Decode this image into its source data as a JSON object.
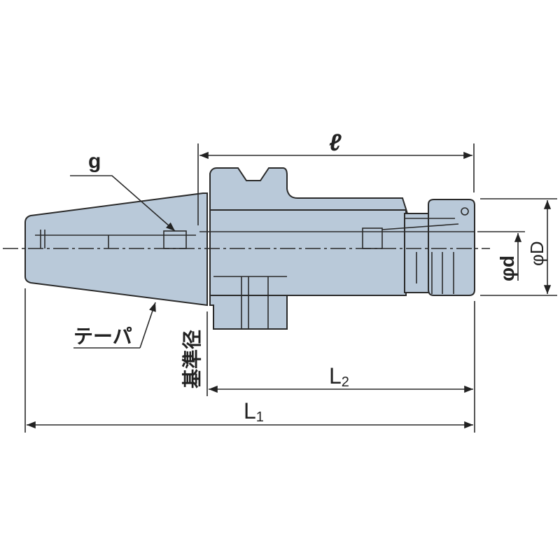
{
  "colors": {
    "body_fill": "#b9c9d9",
    "line": "#2a2a2a"
  },
  "labels": {
    "ell": "ℓ",
    "g": "g",
    "taper": "テーパ",
    "gauge_diameter": "基準径",
    "L1_main": "L",
    "L1_sub": "1",
    "L2_main": "L",
    "L2_sub": "2",
    "phi_d": "φd",
    "phi_D": "φD"
  }
}
